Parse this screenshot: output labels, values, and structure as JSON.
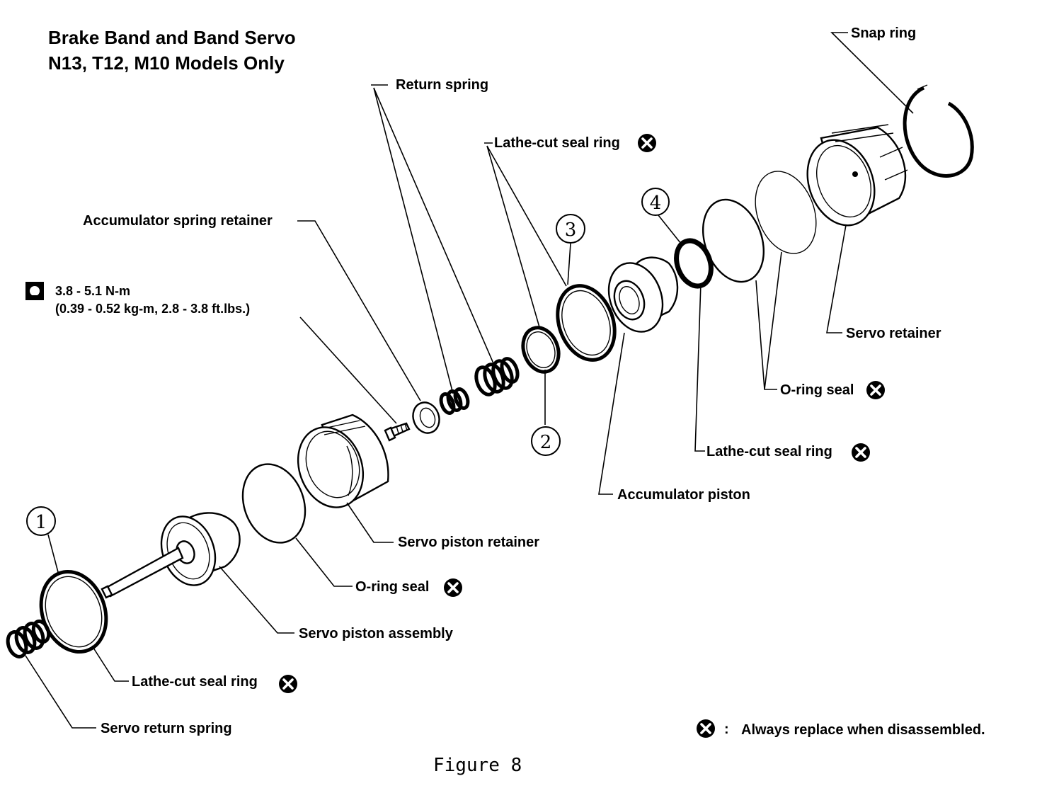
{
  "title": {
    "line1": "Brake Band and Band Servo",
    "line2": "N13, T12, M10 Models Only"
  },
  "torque": {
    "icon": "torque-wrench-icon",
    "line1": "3.8 - 5.1 N-m",
    "line2": "(0.39 - 0.52 kg-m, 2.8 - 3.8 ft.lbs.)"
  },
  "labels": {
    "snap_ring": "Snap ring",
    "return_spring": "Return spring",
    "lathe_cut_top": "Lathe-cut seal ring",
    "accumulator_spring_retainer": "Accumulator spring retainer",
    "servo_retainer": "Servo retainer",
    "o_ring_right": "O-ring seal",
    "lathe_cut_right": "Lathe-cut seal ring",
    "accumulator_piston": "Accumulator piston",
    "servo_piston_retainer": "Servo piston retainer",
    "o_ring_mid": "O-ring seal",
    "servo_piston_assembly": "Servo piston assembly",
    "lathe_cut_left": "Lathe-cut seal ring",
    "servo_return_spring": "Servo return spring"
  },
  "callouts": [
    "1",
    "2",
    "3",
    "4"
  ],
  "legend": {
    "symbol": "replace-x-icon",
    "colon": ":",
    "text": "Always replace when disassembled."
  },
  "caption": "Figure 8"
}
